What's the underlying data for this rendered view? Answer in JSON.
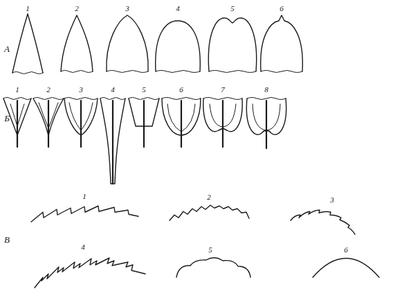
{
  "diagram": {
    "labels": [
      "1",
      "2",
      "3",
      "4",
      "5",
      "6",
      "А",
      "1",
      "2",
      "3",
      "4",
      "5",
      "6",
      "7",
      "8",
      "Б",
      "1",
      "2",
      "3",
      "В",
      "4",
      "5",
      "6"
    ]
  }
}
